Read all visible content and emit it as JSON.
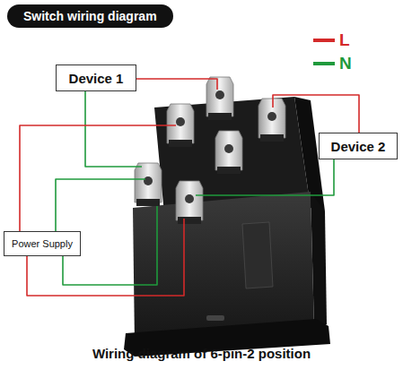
{
  "diagram": {
    "title": "Switch wiring diagram",
    "caption": "Wiring diagram of 6-pin-2 position",
    "nodes": [
      {
        "text": [
          "Device 1"
        ]
      },
      {
        "text": [
          "Device 2"
        ]
      },
      {
        "text": [
          "Power Supply"
        ]
      }
    ],
    "legend": [
      {
        "text": "L",
        "color": "#d42a2a"
      },
      {
        "text": "N",
        "color": "#1f9a3c"
      }
    ]
  }
}
